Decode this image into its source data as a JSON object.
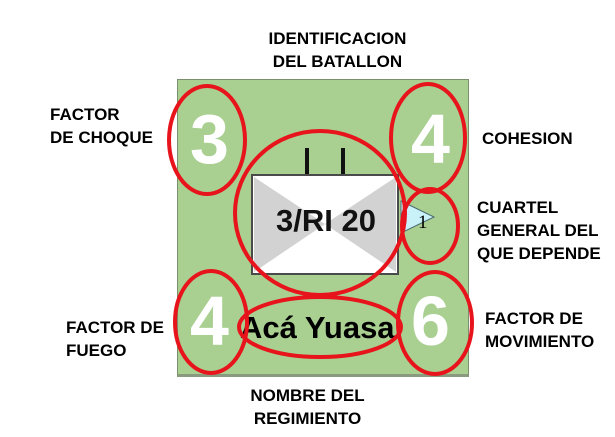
{
  "callouts": {
    "identificacion": [
      "IDENTIFICACION",
      "DEL BATALLON"
    ],
    "choque": [
      "FACTOR",
      "DE CHOQUE"
    ],
    "cohesion": [
      "COHESION"
    ],
    "cuartel": [
      "CUARTEL",
      "GENERAL DEL",
      "QUE DEPENDE"
    ],
    "fuego": [
      "FACTOR DE",
      "FUEGO"
    ],
    "movimiento": [
      "FACTOR DE",
      "MOVIMIENTO"
    ],
    "nombre": [
      "NOMBRE DEL",
      "REGIMIENTO"
    ]
  },
  "counter": {
    "factor_choque": "3",
    "cohesion": "4",
    "factor_fuego": "4",
    "factor_movimiento": "6",
    "unit_id": "3/RI 20",
    "hq_number": "1",
    "regiment_name": "Acá Yuasa"
  },
  "colors": {
    "counter_bg": "#a9cf91",
    "highlight_ring": "#e8141c",
    "hq_arrow": "#c8f1f8"
  }
}
